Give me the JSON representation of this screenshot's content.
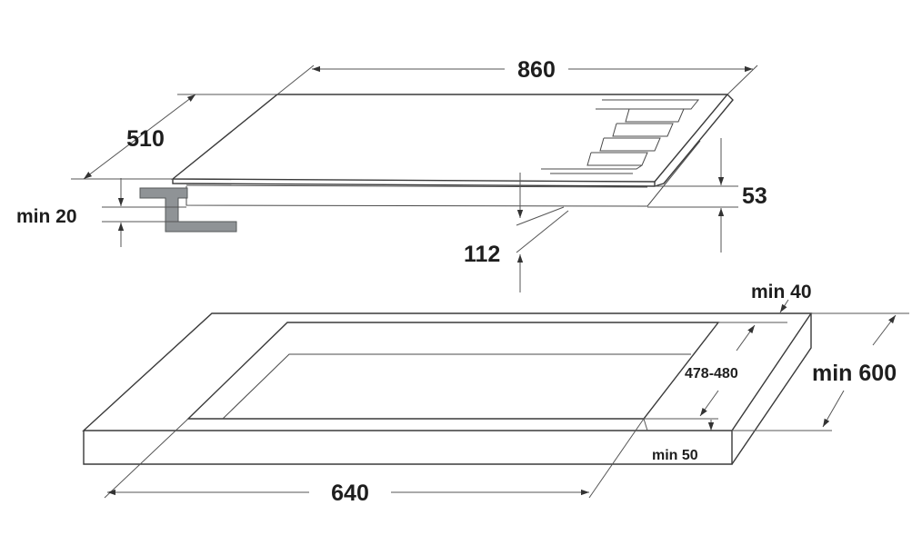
{
  "colors": {
    "line": "#3a3a3a",
    "bracket": "#8f9396",
    "text": "#1e1e1e"
  },
  "hob": {
    "width_label": "860",
    "depth_label": "510",
    "height_label": "53",
    "clearance_label": "112",
    "min_gap_label": "min 20"
  },
  "cutout": {
    "front_margin_label": "min 40",
    "depth_label": "478-480",
    "counter_depth_label": "min 600",
    "edge_margin_label": "min 50",
    "width_label": "640"
  }
}
